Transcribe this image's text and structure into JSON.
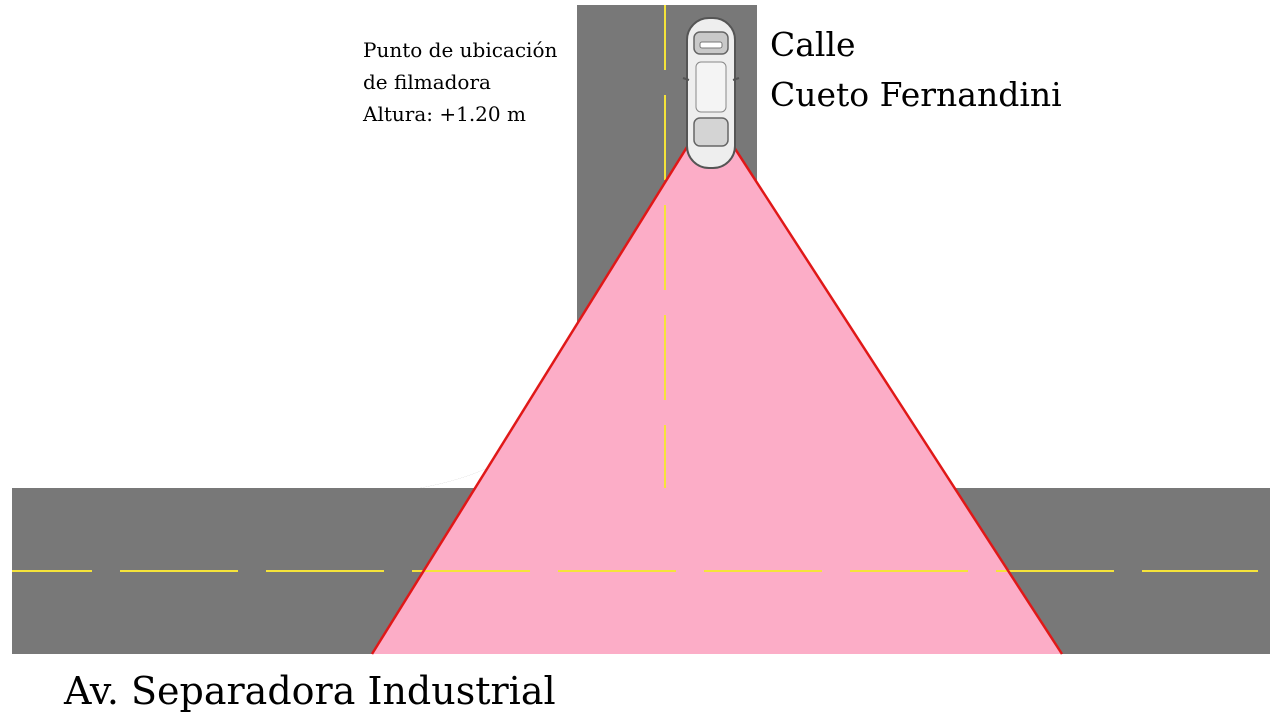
{
  "camera_label": {
    "lines": [
      "Punto de ubicación",
      "de filmadora",
      "Altura: +1.20 m"
    ]
  },
  "street_top": {
    "lines": [
      "Calle",
      "Cueto Fernandini"
    ]
  },
  "street_bottom": {
    "name": "Av. Separadora Industrial"
  },
  "colors": {
    "road": "#787878",
    "lane_marking": "#f5e33a",
    "field_of_view": "#fcadc7",
    "field_of_view_edge": "#e01818",
    "background": "#ffffff"
  },
  "icons": [
    "car-icon"
  ]
}
